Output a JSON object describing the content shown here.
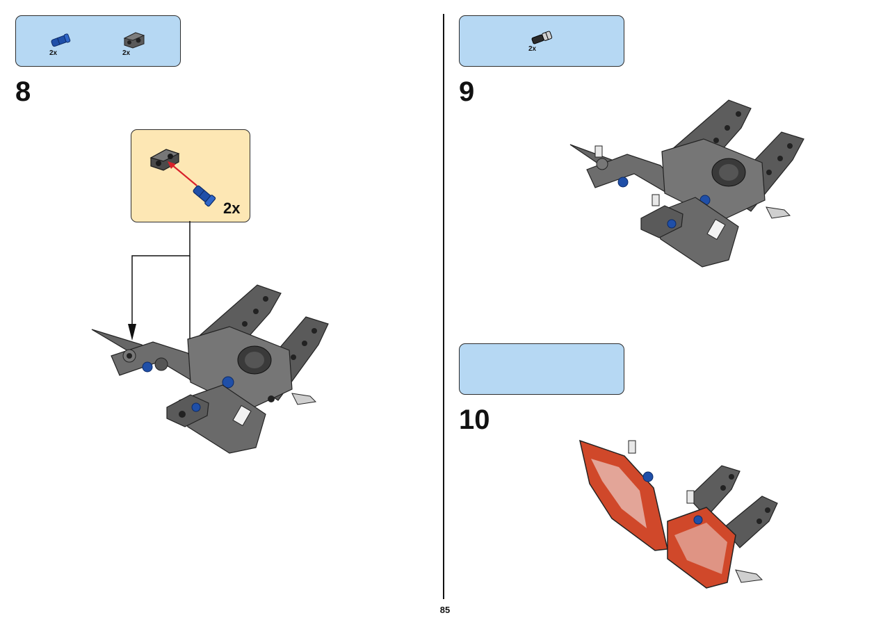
{
  "page_number": "85",
  "steps": [
    {
      "number": "8",
      "parts": [
        {
          "icon": "blue-connector-pin-icon",
          "qty": "2x"
        },
        {
          "icon": "dark-gray-cross-block-icon",
          "qty": "2x"
        }
      ],
      "subassembly": {
        "qty": "2x"
      }
    },
    {
      "number": "9",
      "parts": [
        {
          "icon": "dark-axle-pin-icon",
          "qty": "2x"
        }
      ]
    },
    {
      "number": "10",
      "parts": []
    }
  ],
  "colors": {
    "parts_box": "#b6d8f3",
    "subassembly_box": "#fde7b4",
    "brick_gray": "#6a6a6a",
    "brick_dark": "#3f3f3f",
    "pin_blue": "#1f4fa8",
    "arrow_red": "#d8202a",
    "panel_red": "#d0482a"
  }
}
